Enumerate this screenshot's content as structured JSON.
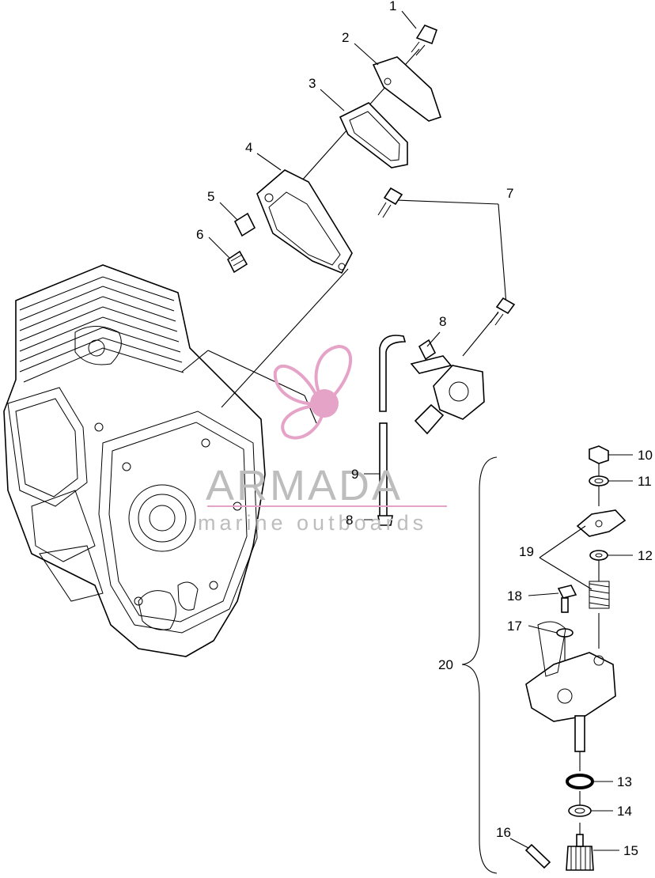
{
  "callouts": {
    "c1": "1",
    "c2": "2",
    "c3": "3",
    "c4": "4",
    "c5": "5",
    "c6": "6",
    "c7": "7",
    "c8a": "8",
    "c8b": "8",
    "c9": "9",
    "c10": "10",
    "c11": "11",
    "c12": "12",
    "c13": "13",
    "c14": "14",
    "c15": "15",
    "c16": "16",
    "c17": "17",
    "c18": "18",
    "c19": "19",
    "c20": "20"
  },
  "watermark": {
    "brand": "ARMADA",
    "tagline": "marine outboards",
    "colors": {
      "propeller": "#e6a3c8",
      "text": "#bdbdbd",
      "line": "#e6a3c8"
    }
  }
}
